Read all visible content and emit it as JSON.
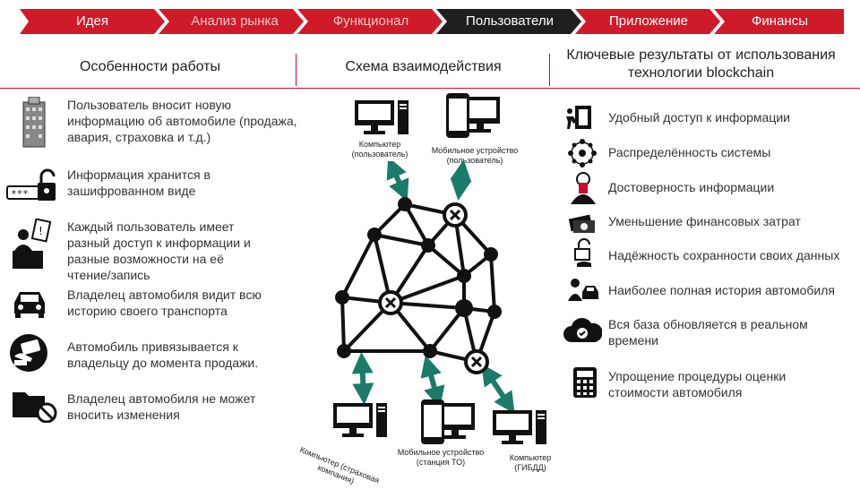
{
  "tabs": [
    {
      "label": "Идея",
      "active": false
    },
    {
      "label": "Анализ рынка",
      "active": false
    },
    {
      "label": "Функционал",
      "active": false
    },
    {
      "label": "Пользователи",
      "active": true
    },
    {
      "label": "Приложение",
      "active": false
    },
    {
      "label": "Финансы",
      "active": false
    }
  ],
  "colors": {
    "accent": "#c8102e",
    "tab_bg": "#d01a2a",
    "tab_active": "#1f1f1f",
    "network": "#111111",
    "arrow": "#1b7a6a"
  },
  "features": {
    "title": "Особенности работы",
    "items": [
      {
        "icon": "building-icon",
        "text": "Пользователь вносит новую информацию об автомобиле (продажа, авария, страховка и т.д.)"
      },
      {
        "icon": "password-lock-icon",
        "text": "Информация хранится в зашифрованном виде"
      },
      {
        "icon": "user-desk-icon",
        "text": "Каждый пользователь имеет разный доступ к информации и разные возможности на её чтение/запись"
      },
      {
        "icon": "car-icon",
        "text": "Владелец автомобиля видит всю историю своего транспорта"
      },
      {
        "icon": "hand-card-icon",
        "text": "Автомобиль привязывается к владельцу до момента продажи."
      },
      {
        "icon": "folder-blocked-icon",
        "text": "Владелец автомобиля не может вносить изменения"
      }
    ]
  },
  "scheme": {
    "title": "Схема взаимодействия",
    "top_devices": [
      {
        "icon": "computer-icon",
        "label": "Компьютер (пользователь)"
      },
      {
        "icon": "mobile-computer-icon",
        "label": "Мобильное устройство (пользователь)"
      }
    ],
    "bottom_devices": [
      {
        "icon": "computer-icon",
        "label": "Компьютер (страховая компания)"
      },
      {
        "icon": "mobile-computer-icon",
        "label": "Мобильное устройство (станция ТО)"
      },
      {
        "icon": "computer-icon",
        "label": "Компьютер (ГИБДД)"
      }
    ]
  },
  "results": {
    "title": "Ключевые результаты от использования технологии blockchain",
    "items": [
      {
        "icon": "door-access-icon",
        "text": "Удобный доступ к информации"
      },
      {
        "icon": "distributed-network-icon",
        "text": "Распределённость системы"
      },
      {
        "icon": "person-verify-icon",
        "text": "Достоверность информации"
      },
      {
        "icon": "money-stack-icon",
        "text": "Уменьшение финансовых затрат"
      },
      {
        "icon": "unlock-hand-icon",
        "text": "Надёжность сохранности своих данных"
      },
      {
        "icon": "person-car-icon",
        "text": "Наиболее полная история автомобиля"
      },
      {
        "icon": "cloud-check-icon",
        "text": "Вся база обновляется в реальном времени"
      },
      {
        "icon": "calculator-icon",
        "text": "Упрощение процедуры оценки стоимости автомобиля"
      }
    ]
  }
}
